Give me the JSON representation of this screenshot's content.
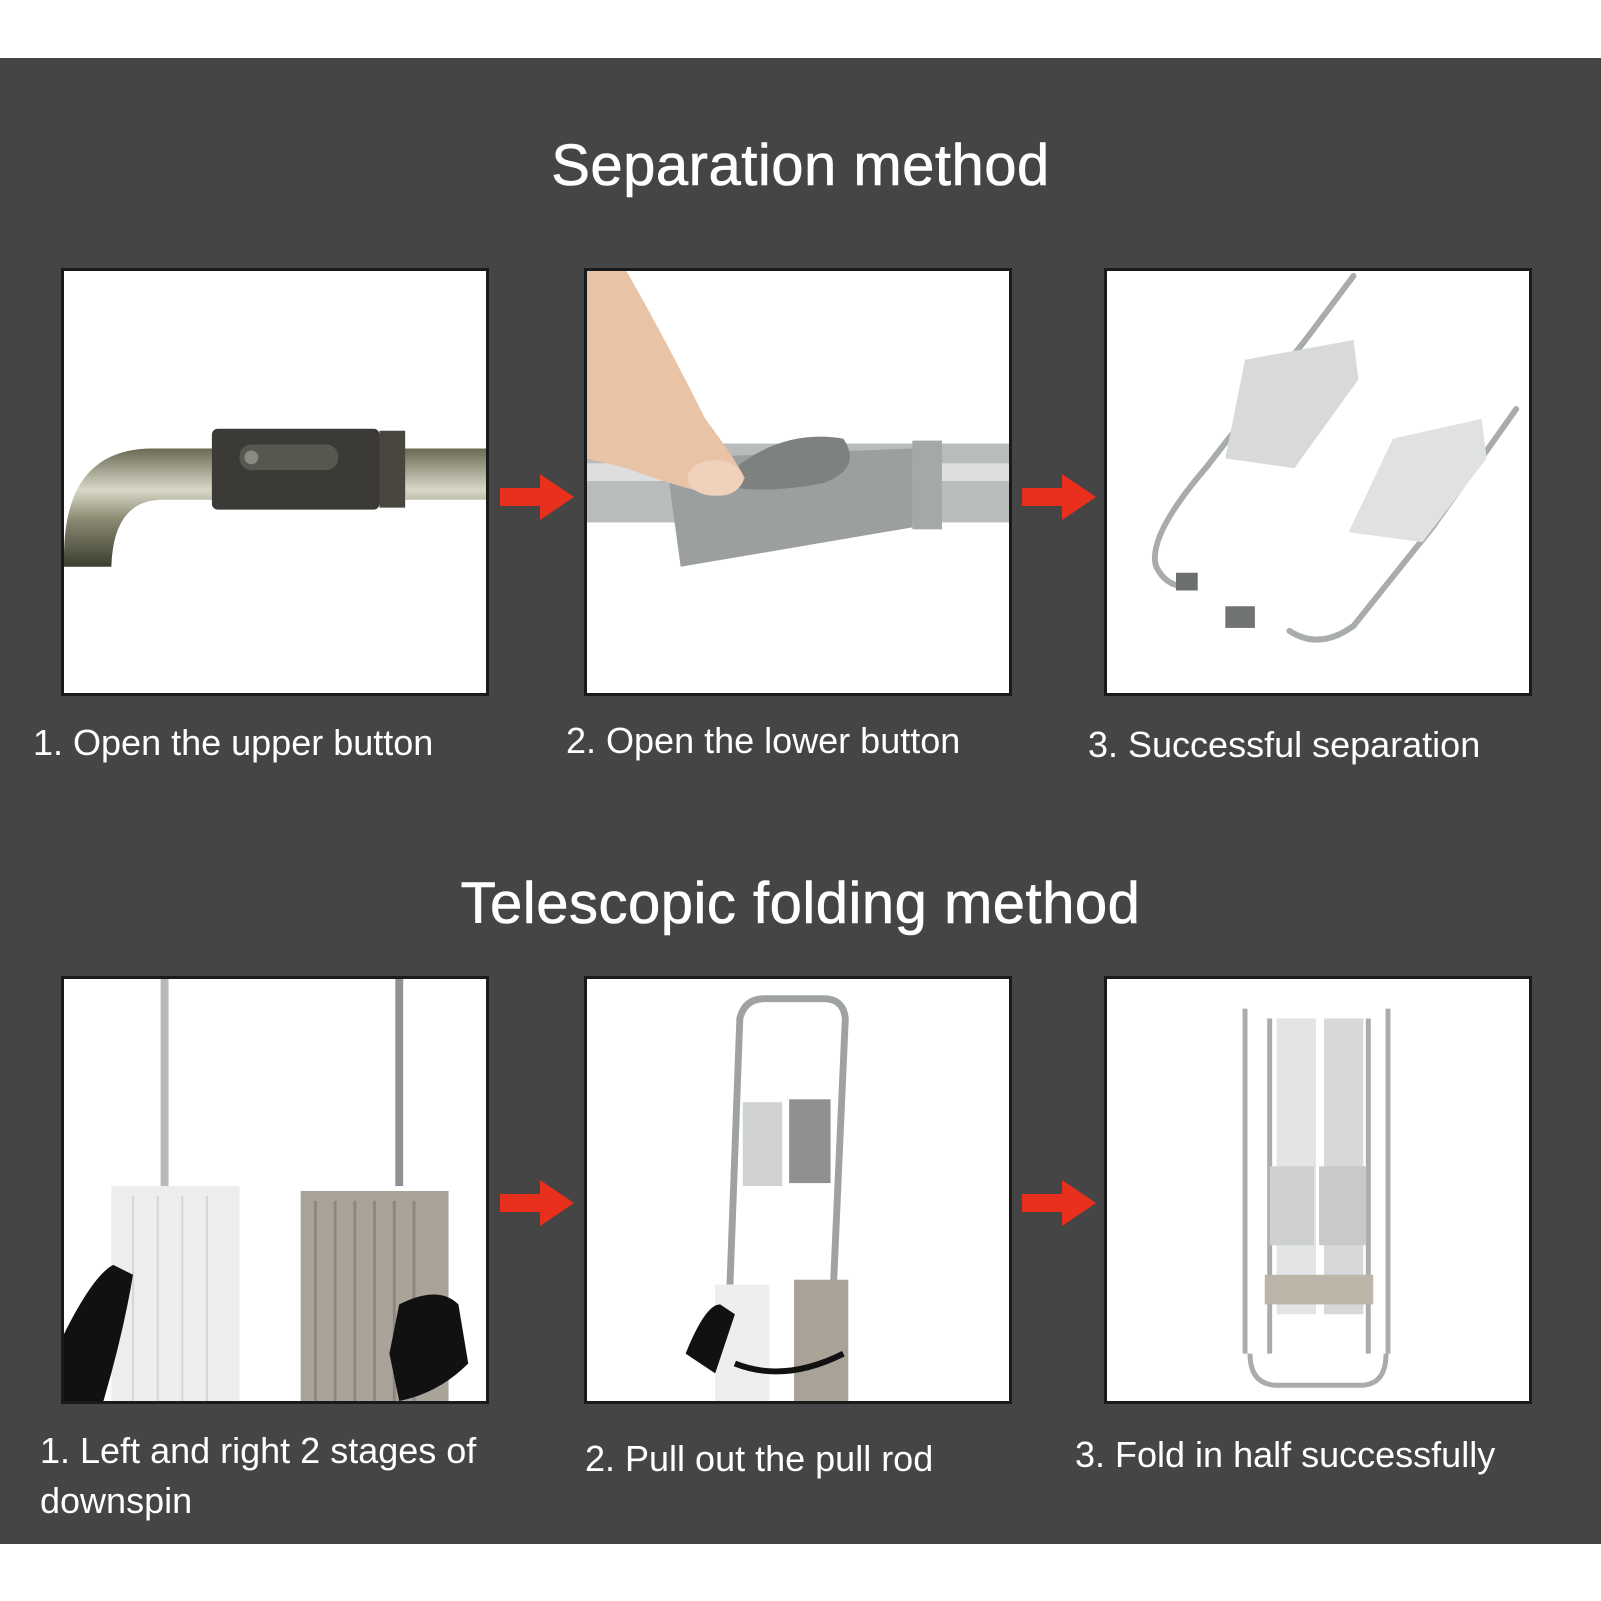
{
  "sections": [
    {
      "title": "Separation method",
      "steps": [
        {
          "caption": "1. Open the upper button"
        },
        {
          "caption": "2. Open the lower button"
        },
        {
          "caption": "3. Successful separation"
        }
      ]
    },
    {
      "title": "Telescopic folding method",
      "steps": [
        {
          "caption": "1. Left and right 2 stages of downspin"
        },
        {
          "caption": "2. Pull out the pull rod"
        },
        {
          "caption": "3. Fold in half successfully"
        }
      ]
    }
  ],
  "colors": {
    "panel_background": "#454545",
    "arrow": "#e8301c",
    "frame_border": "#1a1a1a"
  },
  "icons": [
    "right-arrow-icon"
  ]
}
